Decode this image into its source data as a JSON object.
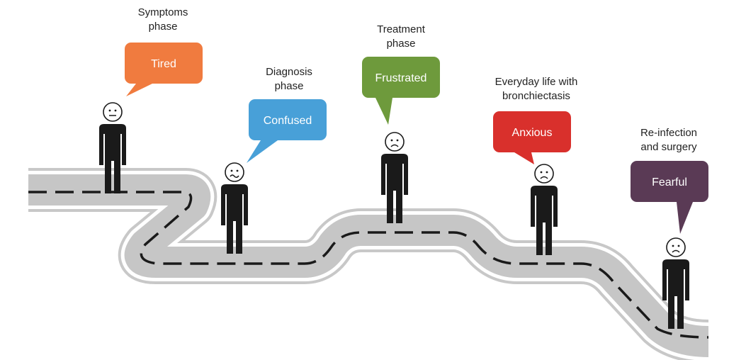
{
  "phases": [
    {
      "title": "Symptoms\nphase",
      "emotion": "Tired",
      "color": "#f07b3f",
      "face": "neutral"
    },
    {
      "title": "Diagnosis\nphase",
      "emotion": "Confused",
      "color": "#48a0d8",
      "face": "confused"
    },
    {
      "title": "Treatment\nphase",
      "emotion": "Frustrated",
      "color": "#6e9a3c",
      "face": "sad"
    },
    {
      "title": "Everyday life with\nbronchiectasis",
      "emotion": "Anxious",
      "color": "#d9302c",
      "face": "worried"
    },
    {
      "title": "Re-infection\nand surgery",
      "emotion": "Fearful",
      "color": "#5a3a55",
      "face": "fearful"
    }
  ],
  "colors": {
    "road": "#c6c6c6",
    "road_outline": "#c6c6c6",
    "dash": "#1a1a1a",
    "figure": "#1a1a1a"
  }
}
